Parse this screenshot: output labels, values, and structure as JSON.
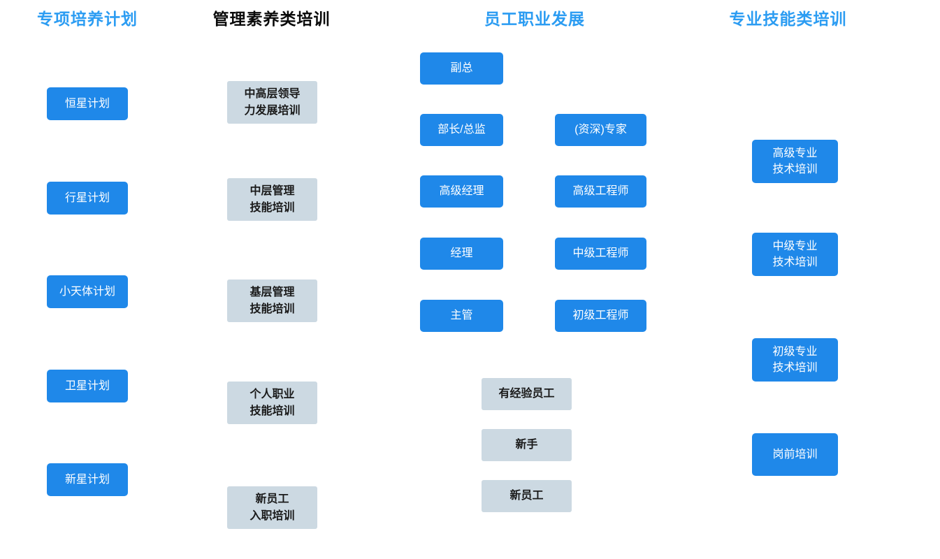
{
  "colors": {
    "box_blue": "#1f88e9",
    "box_gray": "#ccd9e2",
    "box_gray_text": "#1a1a1a",
    "title_blue": "#2b9cf2",
    "title_dark": "#0a0a0a",
    "background": "#ffffff"
  },
  "columns": {
    "special": {
      "title": "专项培养计划",
      "items": [
        "恒星计划",
        "行星计划",
        "小天体计划",
        "卫星计划",
        "新星计划"
      ]
    },
    "management": {
      "title": "管理素养类培训",
      "items": [
        "中高层领导\n力发展培训",
        "中层管理\n技能培训",
        "基层管理\n技能培训",
        "个人职业\n技能培训",
        "新员工\n入职培训"
      ]
    },
    "career": {
      "title": "员工职业发展",
      "management_track": [
        "副总",
        "部长/总监",
        "高级经理",
        "经理",
        "主管"
      ],
      "technical_track": [
        "(资深)专家",
        "高级工程师",
        "中级工程师",
        "初级工程师"
      ],
      "entry_levels": [
        "有经验员工",
        "新手",
        "新员工"
      ]
    },
    "skills": {
      "title": "专业技能类培训",
      "items": [
        "高级专业\n技术培训",
        "中级专业\n技术培训",
        "初级专业\n技术培训",
        "岗前培训"
      ]
    }
  }
}
